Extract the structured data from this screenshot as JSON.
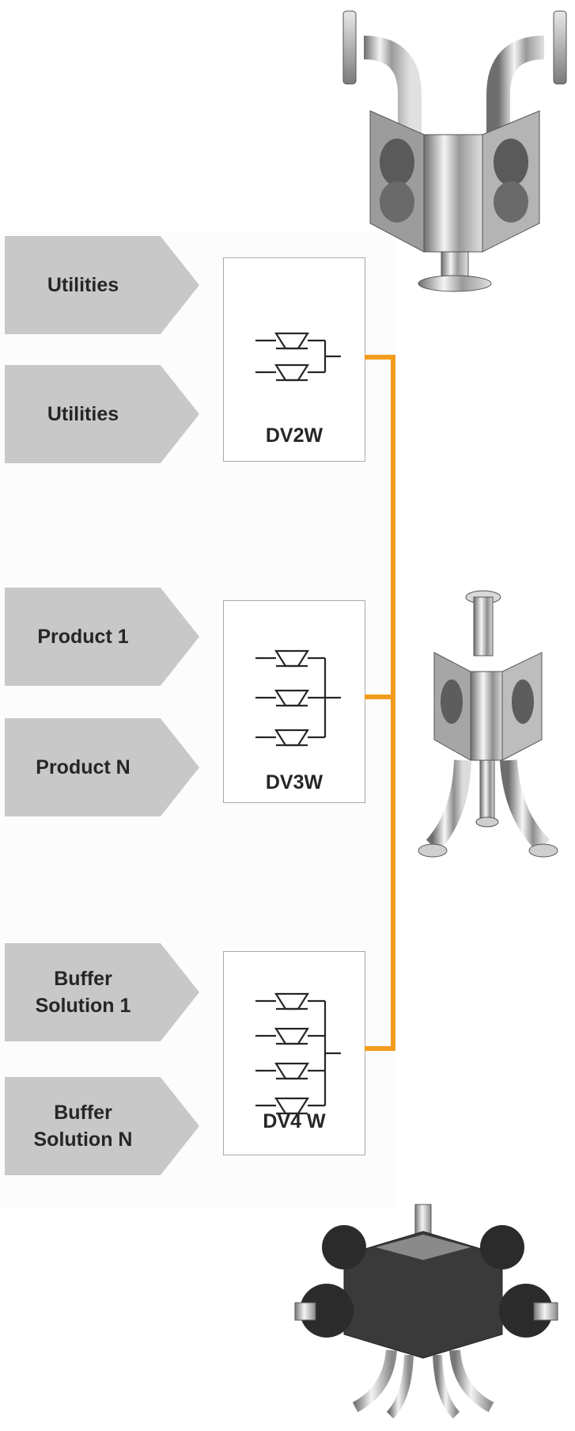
{
  "inputs": [
    {
      "label": "Utilities"
    },
    {
      "label": "Utilities"
    },
    {
      "label": "Product 1"
    },
    {
      "label": "Product N"
    },
    {
      "label": "Buffer\nSolution 1"
    },
    {
      "label": "Buffer\nSolution N"
    }
  ],
  "valves": [
    {
      "label": "DV2W",
      "ways": 2
    },
    {
      "label": "DV3W",
      "ways": 3
    },
    {
      "label": "DV4 W",
      "ways": 4
    }
  ],
  "colors": {
    "arrow": "#c8c8c8",
    "bus_line": "#f39c1b",
    "box_border": "#a9a9a9",
    "text": "#262626"
  },
  "icons": {
    "top_photo": "valve-manifold-2-way-icon",
    "middle_photo": "valve-manifold-3-way-icon",
    "bottom_photo": "valve-manifold-4-way-icon"
  }
}
